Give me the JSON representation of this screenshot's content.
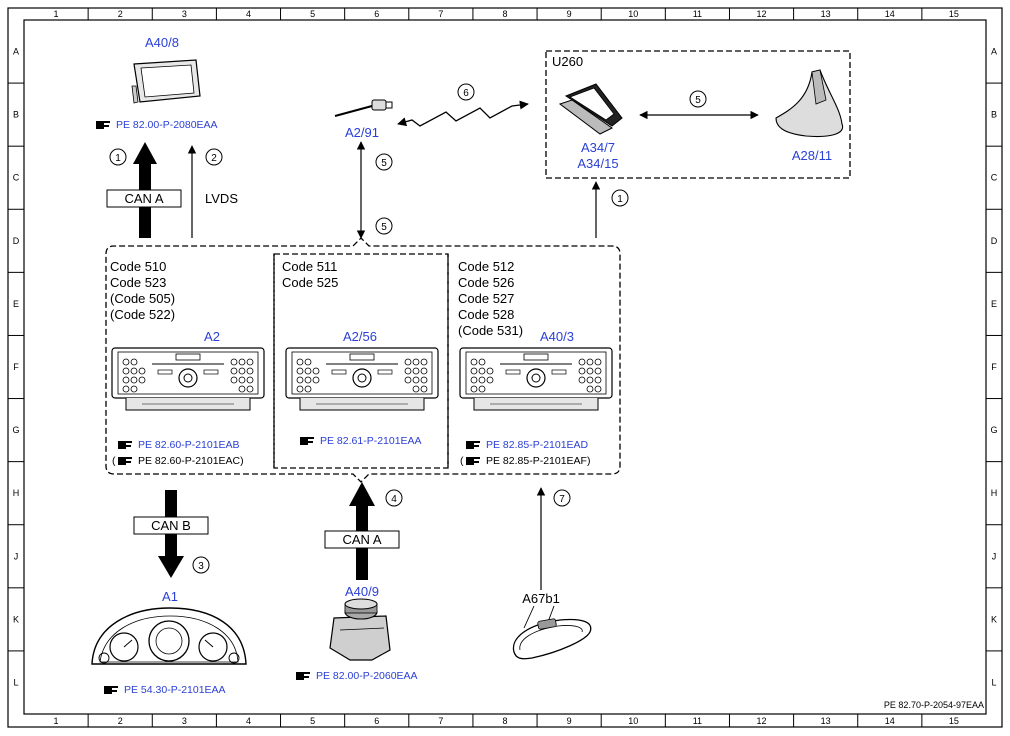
{
  "frame": {
    "columns": [
      "1",
      "2",
      "3",
      "4",
      "5",
      "6",
      "7",
      "8",
      "9",
      "10",
      "11",
      "12",
      "13",
      "14",
      "15"
    ],
    "rows": [
      "A",
      "B",
      "C",
      "D",
      "E",
      "F",
      "G",
      "H",
      "J",
      "K",
      "L"
    ],
    "doc_id": "PE 82.70-P-2054-97EAA"
  },
  "components": {
    "a40_8": {
      "label": "A40/8",
      "ref": "PE 82.00-P-2080EAA"
    },
    "a2_91": {
      "label": "A2/91"
    },
    "u260": {
      "label": "U260",
      "a34_7": "A34/7",
      "a34_15": "A34/15"
    },
    "a28_11": {
      "label": "A28/11"
    },
    "a2": {
      "label": "A2",
      "codes": [
        "Code 510",
        "Code 523",
        "(Code 505)",
        "(Code 522)"
      ],
      "ref1": "PE 82.60-P-2101EAB",
      "ref2_open": "(",
      "ref2": "PE 82.60-P-2101EAC)"
    },
    "a2_56": {
      "label": "A2/56",
      "codes": [
        "Code 511",
        "Code 525"
      ],
      "ref1": "PE 82.61-P-2101EAA"
    },
    "a40_3": {
      "label": "A40/3",
      "codes": [
        "Code 512",
        "Code 526",
        "Code 527",
        "Code 528",
        "(Code 531)"
      ],
      "ref1": "PE 82.85-P-2101EAD",
      "ref2_open": "(",
      "ref2": "PE 82.85-P-2101EAF)"
    },
    "a1": {
      "label": "A1",
      "ref": "PE 54.30-P-2101EAA"
    },
    "a40_9": {
      "label": "A40/9",
      "ref": "PE 82.00-P-2060EAA"
    },
    "a67b1": {
      "label": "A67b1"
    }
  },
  "connections": {
    "can_a_top": "CAN A",
    "lvds": "LVDS",
    "can_b": "CAN B",
    "can_a_bottom": "CAN A",
    "n1_top": "1",
    "n2": "2",
    "n3": "3",
    "n4": "4",
    "n5_upper": "5",
    "n5_lower": "5",
    "n5_right": "5",
    "n6": "6",
    "n7": "7",
    "n1_right": "1"
  },
  "colors": {
    "link_blue": "#2a3fd6",
    "line": "#000000"
  }
}
